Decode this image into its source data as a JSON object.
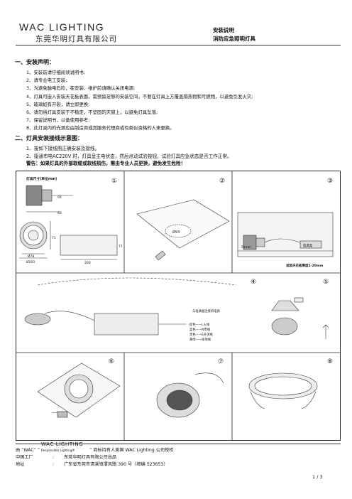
{
  "header": {
    "brand": "WAC LIGHTING",
    "company": "东莞华明灯具有限公司",
    "doc_line1": "安装说明",
    "doc_line2": "消防应急照明灯具"
  },
  "section1": {
    "title": "一、安装声明：",
    "items": [
      "1、安装前请仔细阅读说明书;",
      "2、请专业电工安装;",
      "3、为避免触电危险，在安装、维护前请确认关闭电源;",
      "4、灯具可嵌入安装天花板表面，需预留足够的安装空间，不要在灯具上方覆盖隔热物和可燃物，以避免引发火灾;",
      "5、玻璃如有开裂，请立即更换;",
      "6、请勿将灯具安装于不稳定，不坚固的天窗上，以避免灯具坠落;",
      "7、保留说明书，以备使用参考;",
      "8、此灯具内的光源应由制造商或其服务代理商或有类似资格的人来更换。"
    ]
  },
  "section2": {
    "title": "二、灯具安装接线示意图：",
    "line1": "1、按如下接线图正确安装及接线。",
    "line2": "2、接通市电AC220V 时，灯具呈主电状态，然后点动试验按钮，试验灯具应急状态是否工作正常。",
    "warning": "警告：如果灯具的外部软缆或软线损伤，需由专业人员更换，避免发生危险！"
  },
  "diagram": {
    "size_title": "灯具尺寸(单位mm)",
    "dims": {
      "d93": "93",
      "d63": "63",
      "d71": "71",
      "d78": "Ø78",
      "d103": "Ø103",
      "d200": "200",
      "d77": "77",
      "cut": "Ø93",
      "box": "电源盒",
      "h55": "55mm"
    },
    "ceiling_note": "适装天花板厚度1-20mm",
    "wire_title": "与电源盒连接的电源",
    "wires": [
      "棕色——L火线",
      "蓝色——N零线",
      "黑色——E开关线",
      "黄绿——接地线"
    ],
    "steps": [
      "①",
      "②",
      "③",
      "④",
      "⑤",
      "⑥",
      "⑦",
      "⑧"
    ]
  },
  "footer": {
    "line1_pre": "由 “WAC”  “",
    "logo_text": "WAC LIGHTING",
    "logo_sub": "Responsible Lighting®",
    "line1_post": "” 商标持有人美国 WAC Lighting 公司授权",
    "factory_label": "中国工厂",
    "factory_value": "东莞华明灯具有限公司出品",
    "addr_label": "地址",
    "addr_value": "广东省东莞市清溪镇渭风路 390 号（邮编 523653）",
    "sep": ":"
  },
  "page_number": "1 / 3"
}
